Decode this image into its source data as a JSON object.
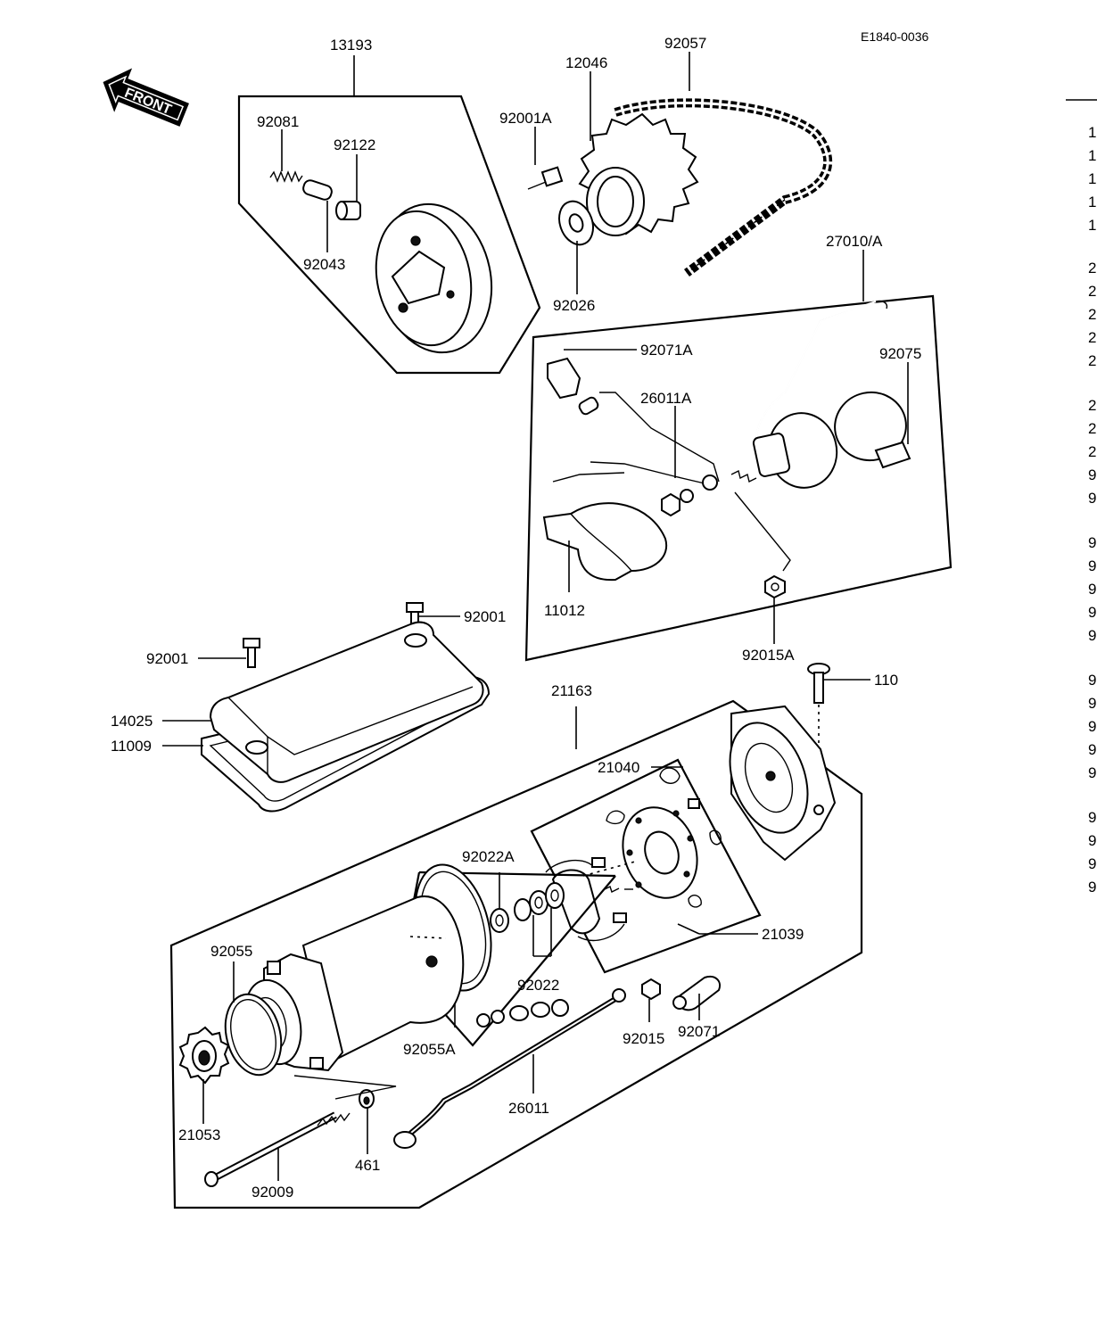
{
  "diagram_code": "E1840-0036",
  "front_label": "FRONT",
  "part_numbers": {
    "p13193": "13193",
    "p92081": "92081",
    "p92122": "92122",
    "p92043": "92043",
    "p12046": "12046",
    "p92057": "92057",
    "p92001A": "92001A",
    "p92026": "92026",
    "p27010A": "27010/A",
    "p92071A": "92071A",
    "p26011A": "26011A",
    "p92075": "92075",
    "p11012": "11012",
    "p92015A": "92015A",
    "p92001_top": "92001",
    "p92001_left": "92001",
    "p14025": "14025",
    "p11009": "11009",
    "p21163": "21163",
    "p110": "110",
    "p21040": "21040",
    "p92022A": "92022A",
    "p21039": "21039",
    "p92055": "92055",
    "p92022": "92022",
    "p92055A": "92055A",
    "p92015": "92015",
    "p92071": "92071",
    "p26011": "26011",
    "p21053": "21053",
    "p461": "461",
    "p92009": "92009"
  },
  "right_edge_digits": [
    "1",
    "1",
    "1",
    "1",
    "1",
    "2",
    "2",
    "2",
    "2",
    "2",
    "2",
    "2",
    "2",
    "9",
    "9",
    "9",
    "9",
    "9",
    "9",
    "9",
    "9",
    "9",
    "9",
    "9",
    "9",
    "9",
    "9",
    "9",
    "9"
  ]
}
